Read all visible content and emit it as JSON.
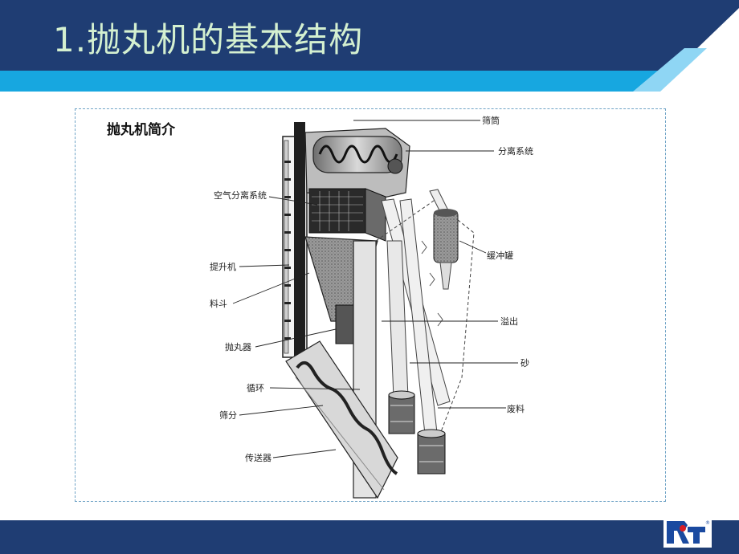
{
  "slide": {
    "title": "1.抛丸机的基本结构",
    "section_label": "抛丸机简介"
  },
  "diagram": {
    "labels": {
      "screen_drum": "筛筒",
      "separation_system": "分离系统",
      "air_separation_system": "空气分离系统",
      "buffer_tank": "缓冲罐",
      "elevator": "提升机",
      "hopper": "料斗",
      "overflow": "溢出",
      "blast_wheel": "抛丸器",
      "sand": "砂",
      "circulation": "循环",
      "waste": "废料",
      "screening": "筛分",
      "conveyor": "传送器"
    }
  },
  "colors": {
    "header_bg": "#1f3d73",
    "header_stripe": "#17a7e0",
    "title_text": "#d4f0d0",
    "footer_bg": "#1f3d73",
    "frame_border": "#6fa3c6",
    "logo_blue": "#1a4aa0",
    "logo_red": "#d71f26"
  }
}
